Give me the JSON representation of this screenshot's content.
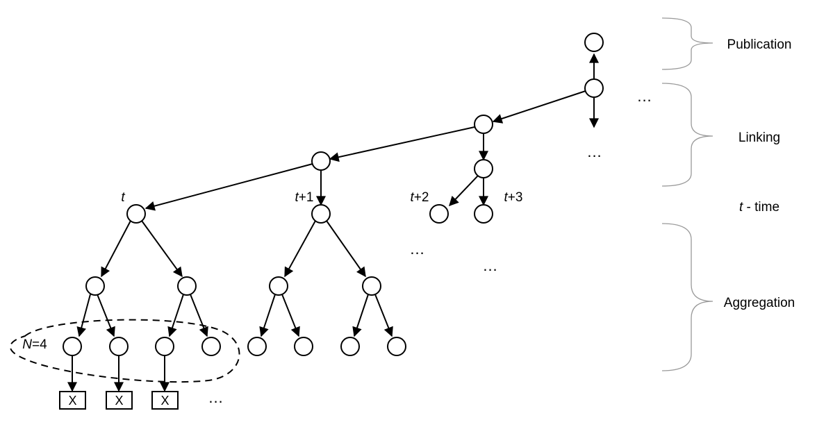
{
  "labels": {
    "t": "t",
    "t1": "t+1",
    "t2": "t+2",
    "t3": "t+3",
    "n_var": "N",
    "n_val": "=4",
    "box1": "X",
    "box2": "X",
    "box3": "X"
  },
  "ellipsis": {
    "right_of_root": "...",
    "under_root": "...",
    "middle_1": "...",
    "middle_2": "...",
    "after_boxes": "..."
  },
  "sections": {
    "publication": "Publication",
    "linking": "Linking",
    "time_var": "t",
    "time_rest": " - time",
    "aggregation": "Aggregation"
  }
}
